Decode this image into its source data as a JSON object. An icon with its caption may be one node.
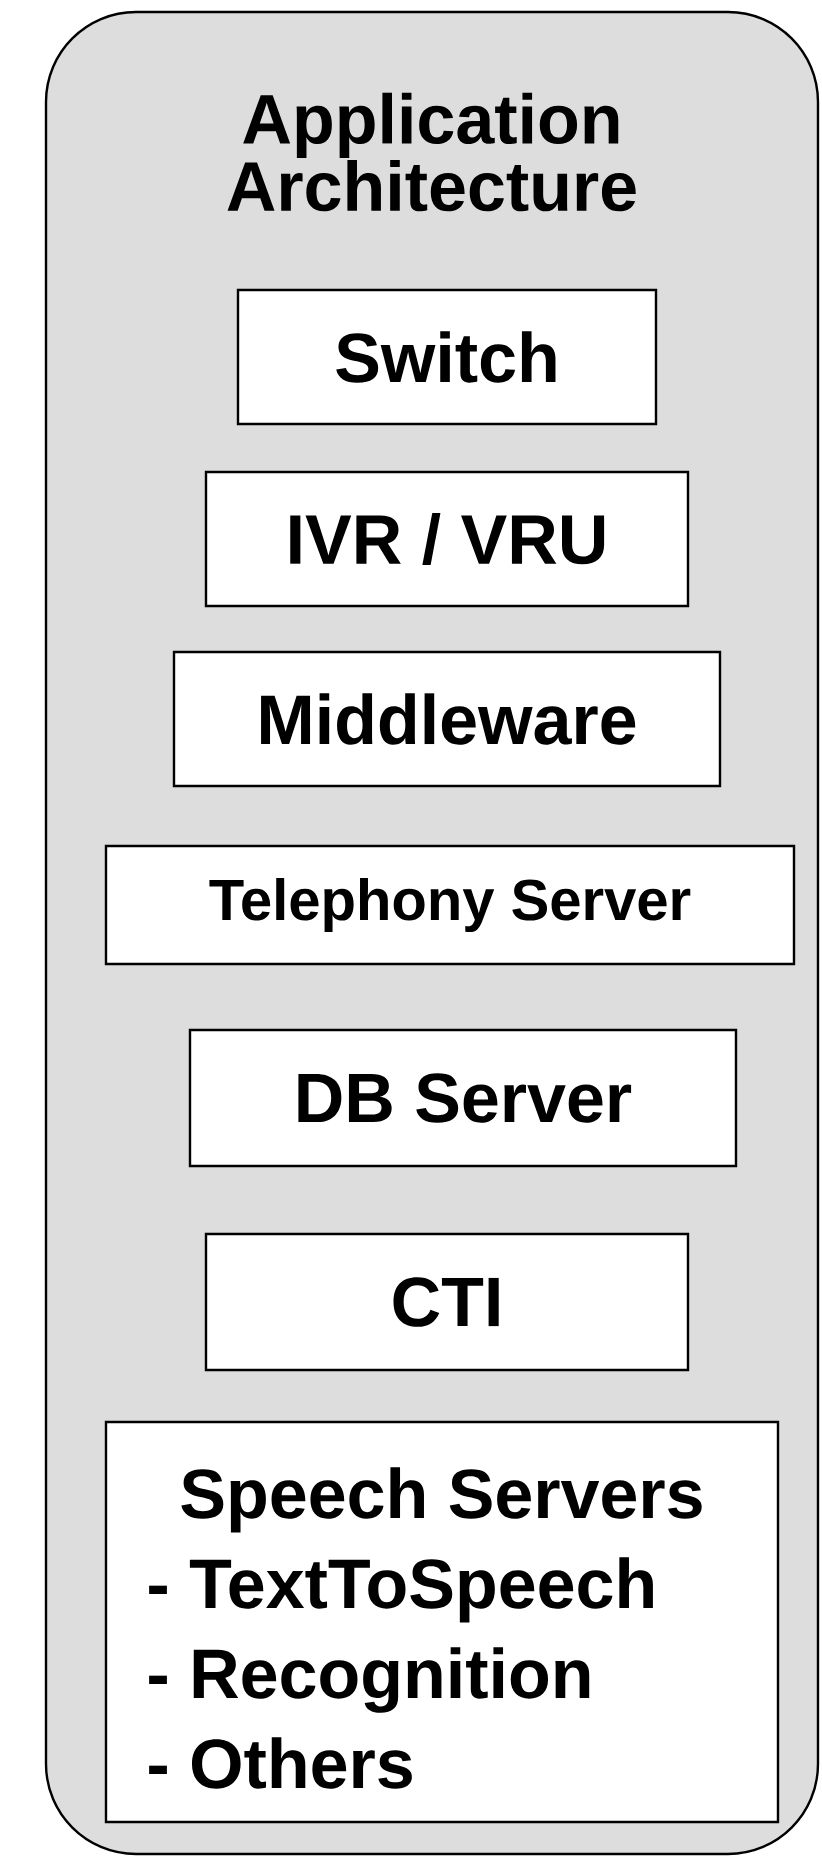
{
  "diagram": {
    "nodes": [
      {
        "text": [
          "Application Architecture"
        ]
      },
      {
        "text": [
          "Switch"
        ],
        "in": 0
      },
      {
        "text": [
          "IVR / VRU"
        ],
        "in": 0
      },
      {
        "text": [
          "Middleware"
        ],
        "in": 0
      },
      {
        "text": [
          "Telephony Server"
        ],
        "in": 0
      },
      {
        "text": [
          "DB Server"
        ],
        "in": 0
      },
      {
        "text": [
          "CTI"
        ],
        "in": 0
      },
      {
        "text": [
          "Speech Servers",
          "- TextToSpeech",
          "- Recognition",
          "- Others"
        ],
        "in": 0
      }
    ]
  }
}
